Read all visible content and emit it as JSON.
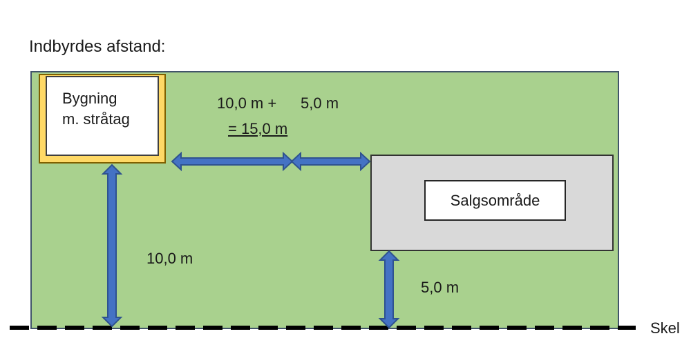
{
  "title": "Indbyrdes afstand:",
  "building": {
    "line1": "Bygning",
    "line2": "m. stråtag"
  },
  "sales_area": {
    "label": "Salgsområde"
  },
  "distances": {
    "horizontal_a": "10,0 m +",
    "horizontal_b": "5,0 m",
    "horizontal_total": "= 15,0 m",
    "building_to_boundary": "10,0 m",
    "sales_to_boundary": "5,0 m"
  },
  "boundary_label": "Skel",
  "colors": {
    "plot": "#a9d18e",
    "building_roof": "#ffd966",
    "sales_area": "#d9d9d9",
    "arrow": "#4472c4",
    "boundary_line": "#000000"
  }
}
